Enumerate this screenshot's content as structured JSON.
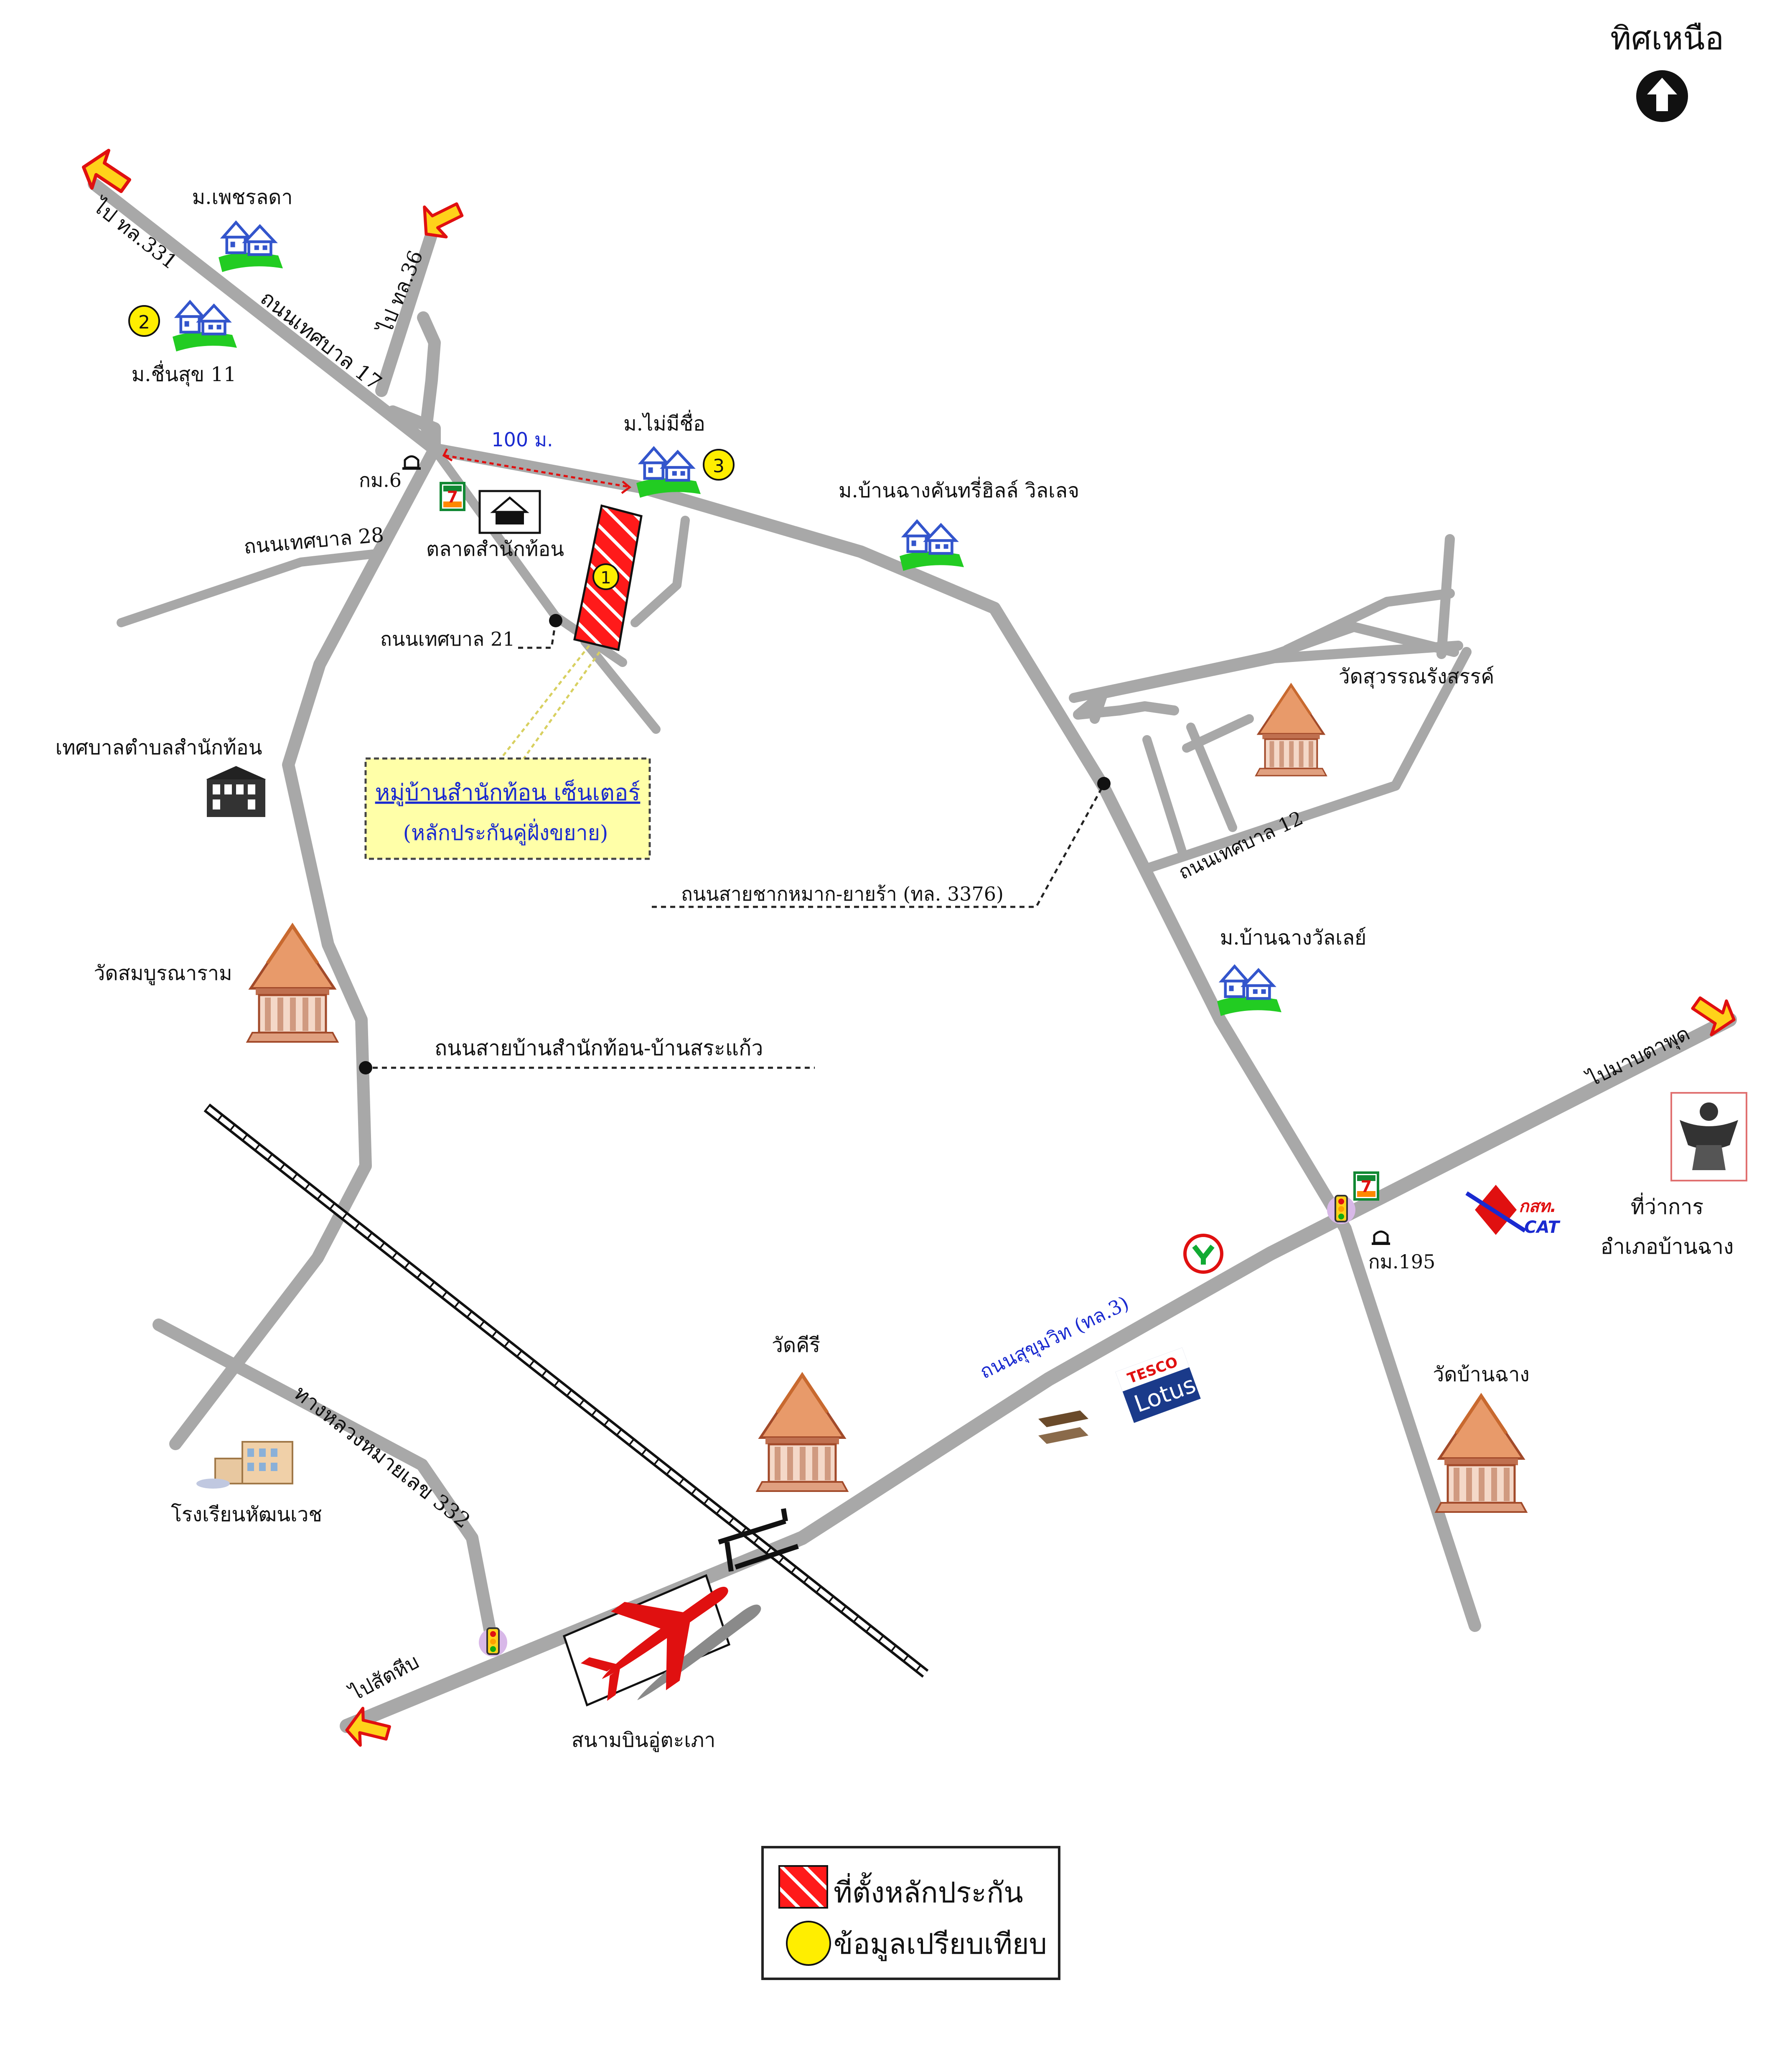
{
  "north": {
    "label": "ทิศเหนือ"
  },
  "roads": {
    "to_331": "ไป ทล.331",
    "to_36": "ไป ทล.36",
    "thetsaban_17": "ถนนเทศบาล 17",
    "thetsaban_28": "ถนนเทศบาล 28",
    "thetsaban_21": "ถนนเทศบาล 21",
    "thetsaban_12": "ถนนเทศบาล 12",
    "chak_mak": "ถนนสายชากหมาก-ยายร้า (ทล. 3376)",
    "samnak_thon": "ถนนสายบ้านสำนักท้อน-บ้านสระแก้ว",
    "sukhumvit": "ถนนสุขุมวิท (ทล.3)",
    "hwy_332": "ทางหลวงหมายเลข 332",
    "to_map_ta_phut": "ไปมาบตาพุด",
    "to_sattahip": "ไปสัตหีบ"
  },
  "places": {
    "phetlada": "ม.เพชรลดา",
    "chuen_suk": "ม.ชื่นสุข 11",
    "no_name": "ม.ไม่มีชื่อ",
    "chang_villa": "ม.บ้านฉางคันทรี่ฮิลล์ วิลเลจ",
    "chang_valley": "ม.บ้านฉางวัลเลย์",
    "km6": "กม.6",
    "km195": "กม.195",
    "market": "ตลาดสำนักท้อน",
    "municipality": "เทศบาลตำบลสำนักท้อน",
    "wat_suwan": "วัดสุวรรณรังสรรค์",
    "wat_samboon": "วัดสมบูรณาราม",
    "wat_khiri": "วัดคีรี",
    "wat_ban_chang": "วัดบ้านฉาง",
    "school": "โรงเรียนหัฒนเวช",
    "airport": "สนามบินอู่ตะเภา",
    "district_office_1": "ที่ว่าการ",
    "district_office_2": "อำเภอบ้านฉาง",
    "cat_label": "กสท.",
    "cat_sub": "CAT",
    "tesco": "TESCO",
    "lotus": "Lotus",
    "seven": "7"
  },
  "distance": "100 ม.",
  "callout": {
    "title": "หมู่บ้านสำนักท้อน เซ็นเตอร์",
    "subtitle": "(หลักประกันคู่ฝั่งขยาย)"
  },
  "markers": {
    "m1": "1",
    "m2": "2",
    "m3": "3"
  },
  "legend": {
    "collateral": "ที่ตั้งหลักประกัน",
    "comparison": "ข้อมูลเปรียบเทียบ"
  },
  "colors": {
    "road": "#a8a8a8",
    "collateral": "#ff1a1a",
    "marker": "#ffee00",
    "callout_bg": "#ffffa8",
    "arrow_fill": "#ffd21a",
    "arrow_stroke": "#e01010",
    "village": "#22cc22",
    "house": "#3355cc",
    "text_blue": "#1a2ad0"
  }
}
